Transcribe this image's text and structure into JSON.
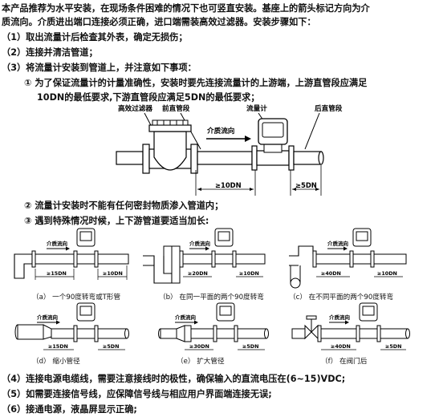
{
  "intro": {
    "line1": "本产品推荐为水平安装，在现场条件困难的情况下也可竖直安装。基座上的箭头标记方向为介",
    "line2": "质流向。介质进出端口连接必须正确，进口端需装高效过滤器。安装步骤如下："
  },
  "steps": [
    "（1）取出流量计后检查其外表，确定无损伤；",
    "（2）连接并清洁管道；",
    "（3）将流量计安装到管道上，并注意如下事项："
  ],
  "note1": {
    "line1": "① 为了保证流量计的计量准确性，安装时要先连接流量计的上游端，上游直管段应满足",
    "line2": "10DN的最低要求,下游直管段应满足5DN的最低要求；"
  },
  "main_figure": {
    "filter_label": "高效过滤器",
    "upstream_label": "前直管段",
    "meter_label": "流量计",
    "downstream_label": "后直管段",
    "flow_label": "介质流向",
    "upstream_dim": "≥10DN",
    "downstream_dim": "≥5DN"
  },
  "note2": "② 流量计安装时不能有任何密封物质渗入管道内；",
  "note3": "③ 遇到特殊情况时候，上下游管道要适当加长:",
  "small_figures": [
    {
      "flow": "介质流向",
      "up": "≥15DN",
      "down": "≥10DN",
      "caption": "（a） 一个90度转弯或T形管"
    },
    {
      "flow": "介质流向",
      "up": "≥20DN",
      "down": "≥10DN",
      "caption": "（b） 在同一平面的两个90度转弯"
    },
    {
      "flow": "介质流向",
      "up": "≥40DN",
      "down": "≥10DN",
      "caption": "（c） 在不同平面的两个90度转弯"
    },
    {
      "flow": "介质流向",
      "up": "≥15DN",
      "down": "≥5DN",
      "caption": "（d） 缩小管径"
    },
    {
      "flow": "介质流向",
      "up": "≥30DN",
      "down": "≥5DN",
      "caption": "（e） 扩大管径"
    },
    {
      "flow": "介质流向",
      "up": "≥40DN",
      "down": "≥5DN",
      "caption": "（f） 在阀门后"
    }
  ],
  "final_steps": [
    "（4）连接电源电缆线，需要注意接线时的极性，确保输入的直流电压在(6~15)VDC;",
    "（5）如需要连接信号线，应保障信号线与相应用户界面端连接无误;",
    "（6）接通电源，液晶屏显示正确;"
  ]
}
